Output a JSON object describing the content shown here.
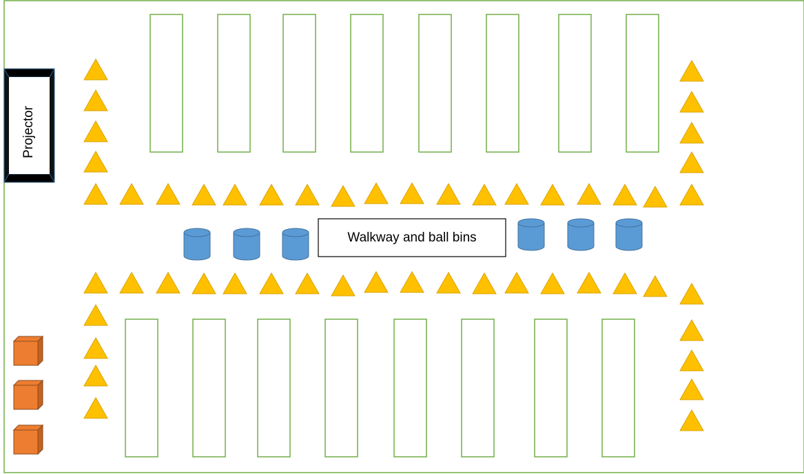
{
  "colors": {
    "page_border": "#70ad47",
    "field_outline": "#70ad47",
    "cone_fill": "#ffc000",
    "cone_stroke": "#d9a300",
    "bin_fill": "#5b9bd5",
    "bin_stroke": "#41719c",
    "box_fill": "#ed7d31",
    "box_stroke": "#8a4a1d",
    "projector_frame": "#111111",
    "projector_bevel": "#2e5f86",
    "label_border": "#000000"
  },
  "projector": {
    "label": "Projector",
    "icon": "projector-icon"
  },
  "walkway": {
    "label": "Walkway and ball bins"
  },
  "top_fields": {
    "count": 8,
    "shape": "rectangle-outline"
  },
  "bottom_fields": {
    "count": 8,
    "shape": "rectangle-outline"
  },
  "ball_bins": {
    "count": 6,
    "icon": "cylinder-icon"
  },
  "boxes": {
    "count": 3,
    "icon": "cube-icon"
  },
  "cones": {
    "icon": "triangle-icon"
  }
}
